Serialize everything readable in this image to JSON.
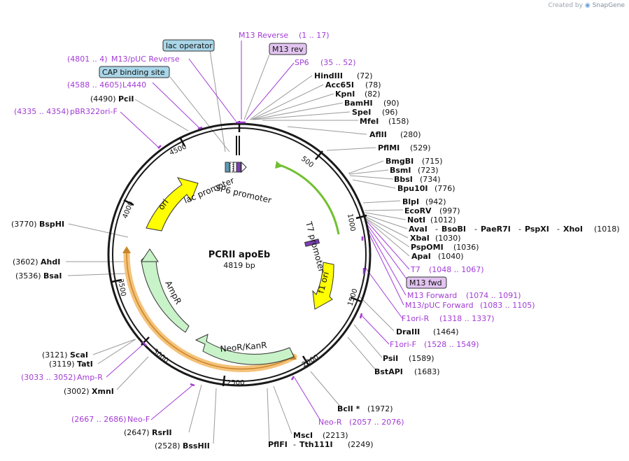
{
  "credit": {
    "prefix": "Created by",
    "brand": "SnapGene"
  },
  "plasmid": {
    "name": "PCRII apoEb",
    "size_label": "4819 bp"
  },
  "ticks": [
    "500",
    "1000",
    "1500",
    "2000",
    "2500",
    "3000",
    "3500",
    "4000",
    "4500"
  ],
  "features": {
    "lac_promoter": "lac promoter",
    "sp6_promoter": "SP6 promoter",
    "t7_promoter": "T7 promoter",
    "ori": "ori",
    "ampr": "AmpR",
    "neor": "NeoR/KanR",
    "f1ori": "f1 ori"
  },
  "boxed_labels": {
    "lac_operator": "lac operator",
    "cap_site": "CAP binding site",
    "m13_rev": "M13 rev",
    "m13_fwd": "M13 fwd"
  },
  "primers": {
    "m13_reverse": "M13 Reverse",
    "m13_reverse_range": "(1 .. 17)",
    "m13_puc_reverse_range": "(4801 .. 4)",
    "m13_puc_reverse": "M13/pUC Reverse",
    "sp6": "SP6",
    "sp6_range": "(35 .. 52)",
    "l4440_range": "(4588 .. 4605)",
    "l4440": "L4440",
    "pbr_range": "(4335 .. 4354)",
    "pbr": "pBR322ori-F",
    "t7": "T7",
    "t7_range": "(1048 .. 1067)",
    "m13_forward": "M13 Forward",
    "m13_forward_range": "(1074 .. 1091)",
    "m13_puc_forward": "M13/pUC Forward",
    "m13_puc_forward_range": "(1083 .. 1105)",
    "f1ori_r": "F1ori-R",
    "f1ori_r_range": "(1318 .. 1337)",
    "f1ori_f": "F1ori-F",
    "f1ori_f_range": "(1528 .. 1549)",
    "neo_r": "Neo-R",
    "neo_r_range": "(2057 .. 2076)",
    "neo_f_range": "(2667 .. 2686)",
    "neo_f": "Neo-F",
    "amp_r_range": "(3033 .. 3052)",
    "amp_r": "Amp-R"
  },
  "sites": {
    "hindiii": "HindIII",
    "hindiii_pos": "(72)",
    "acc65i": "Acc65I",
    "acc65i_pos": "(78)",
    "kpni": "KpnI",
    "kpni_pos": "(82)",
    "bamhi": "BamHI",
    "bamhi_pos": "(90)",
    "spei": "SpeI",
    "spei_pos": "(96)",
    "mfei": "MfeI",
    "mfei_pos": "(158)",
    "aflii": "AflII",
    "aflii_pos": "(280)",
    "pflmi": "PflMI",
    "pflmi_pos": "(529)",
    "bmgbi": "BmgBI",
    "bmgbi_pos": "(715)",
    "bsmi": "BsmI",
    "bsmi_pos": "(723)",
    "bbsi": "BbsI",
    "bbsi_pos": "(734)",
    "bpu10i": "Bpu10I",
    "bpu10i_pos": "(776)",
    "blpi": "BlpI",
    "blpi_pos": "(942)",
    "ecorv": "EcoRV",
    "ecorv_pos": "(997)",
    "noti": "NotI",
    "noti_pos": "(1012)",
    "avai": "AvaI",
    "bsobi": "BsoBI",
    "paer7i": "PaeR7I",
    "pspxi": "PspXI",
    "xhoi": "XhoI",
    "xhoi_pos": "(1018)",
    "sep": "-",
    "xbai": "XbaI",
    "xbai_pos": "(1030)",
    "pspomi": "PspOMI",
    "pspomi_pos": "(1036)",
    "apai": "ApaI",
    "apai_pos": "(1040)",
    "draiii": "DraIII",
    "draiii_pos": "(1464)",
    "psii": "PsiI",
    "psii_pos": "(1589)",
    "bstapi": "BstAPI",
    "bstapi_pos": "(1683)",
    "bcli": "BclI *",
    "bcli_pos": "(1972)",
    "msci": "MscI",
    "msci_pos": "(2213)",
    "pflfi": "PflFI",
    "tth111i": "Tth111I",
    "tth111i_pos": "(2249)",
    "bsshii_pos": "(2528)",
    "bsshii": "BssHII",
    "rsrii_pos": "(2647)",
    "rsrii": "RsrII",
    "xmni_pos": "(3002)",
    "xmni": "XmnI",
    "tati_pos": "(3119)",
    "tati": "TatI",
    "scai_pos": "(3121)",
    "scai": "ScaI",
    "bsai_pos": "(3536)",
    "bsai": "BsaI",
    "ahdi_pos": "(3602)",
    "ahdi": "AhdI",
    "bsphi_pos": "(3770)",
    "bsphi": "BspHI",
    "pcii_pos": "(4490)",
    "pcii": "PciI"
  },
  "colors": {
    "primer": "#a23bd6",
    "box_blue": "#a9d6e8",
    "box_purple": "#e2c4f0",
    "ori_yellow": "#ffff00",
    "amp_green": "#c8f2c8",
    "promoter_green": "#70c030",
    "orange_halo": "#f5c27a",
    "line": "#888888"
  }
}
